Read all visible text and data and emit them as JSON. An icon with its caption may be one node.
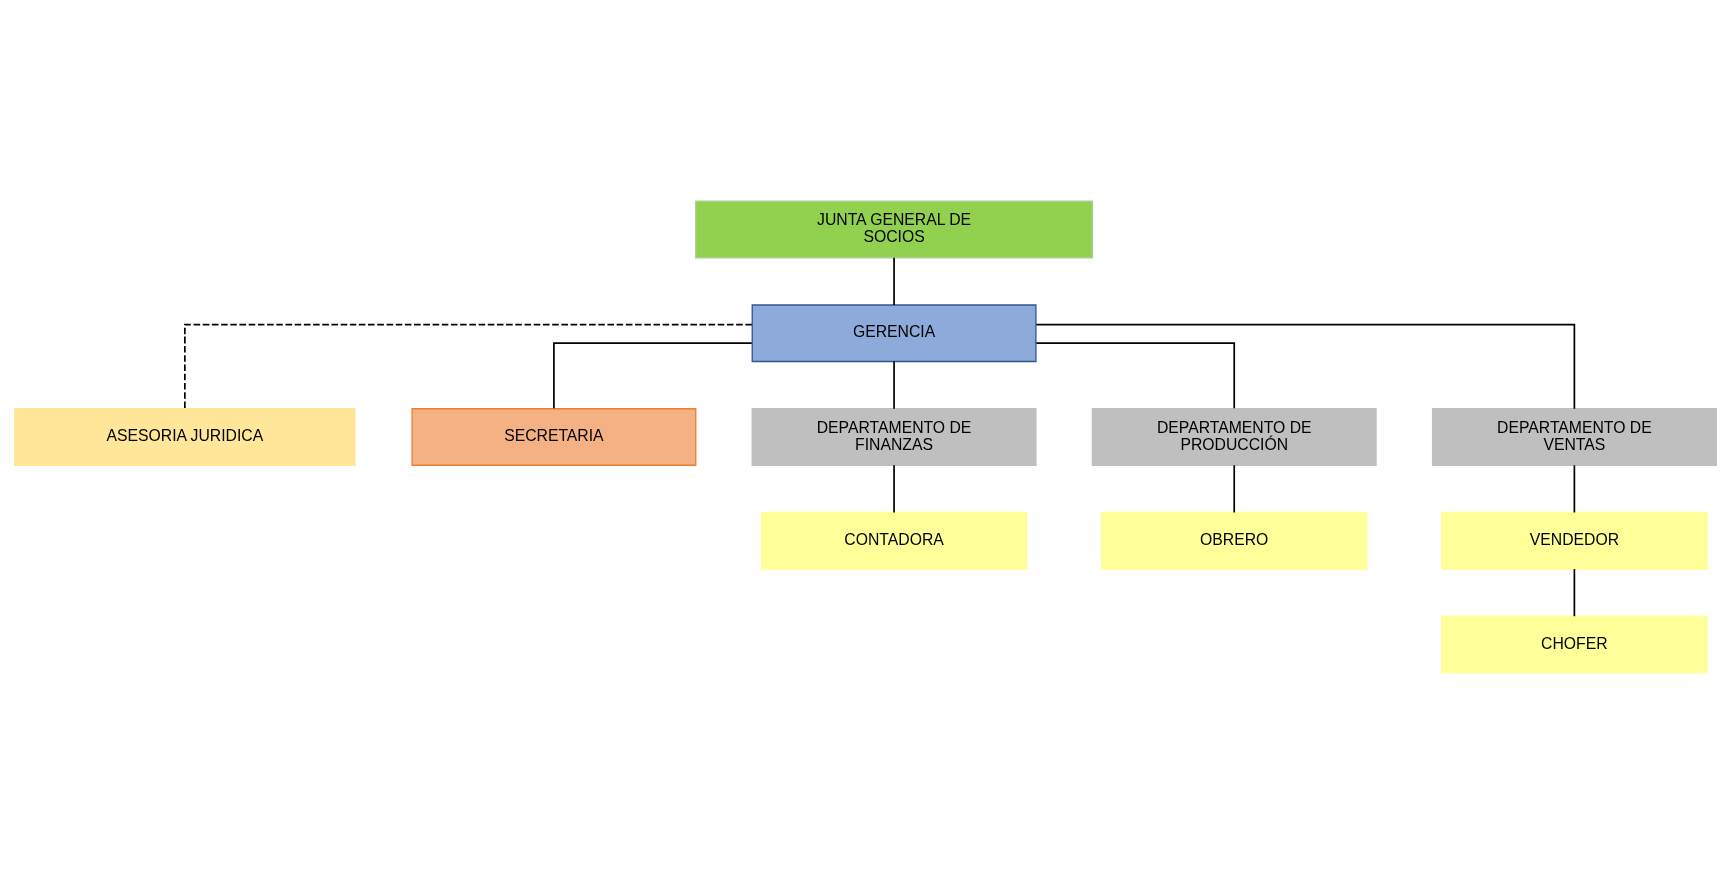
{
  "diagram": {
    "nodes": [
      {
        "text": [
          "JUNTA GENERAL DE SOCIOS"
        ]
      },
      {
        "text": [
          "GERENCIA"
        ]
      },
      {
        "text": [
          "ASESORIA JURIDICA"
        ]
      },
      {
        "text": [
          "SECRETARIA"
        ]
      },
      {
        "text": [
          "DEPARTAMENTO DE FINANZAS"
        ]
      },
      {
        "text": [
          "DEPARTAMENTO DE PRODUCCIÓN"
        ]
      },
      {
        "text": [
          "DEPARTAMENTO DE VENTAS"
        ]
      },
      {
        "text": [
          "CONTADORA"
        ]
      },
      {
        "text": [
          "OBRERO"
        ]
      },
      {
        "text": [
          "VENDEDOR"
        ]
      },
      {
        "text": [
          "CHOFER"
        ]
      }
    ],
    "edges": [
      {
        "from": 0,
        "to": 1,
        "arrow": "none"
      },
      {
        "from": 1,
        "to": 2,
        "arrow": "none",
        "style": "dashed"
      },
      {
        "from": 1,
        "to": 3,
        "arrow": "none"
      },
      {
        "from": 1,
        "to": 4,
        "arrow": "none"
      },
      {
        "from": 1,
        "to": 5,
        "arrow": "none"
      },
      {
        "from": 1,
        "to": 6,
        "arrow": "none"
      },
      {
        "from": 4,
        "to": 7,
        "arrow": "none"
      },
      {
        "from": 5,
        "to": 8,
        "arrow": "none"
      },
      {
        "from": 6,
        "to": 9,
        "arrow": "none"
      },
      {
        "from": 9,
        "to": 10,
        "arrow": "none"
      }
    ]
  }
}
